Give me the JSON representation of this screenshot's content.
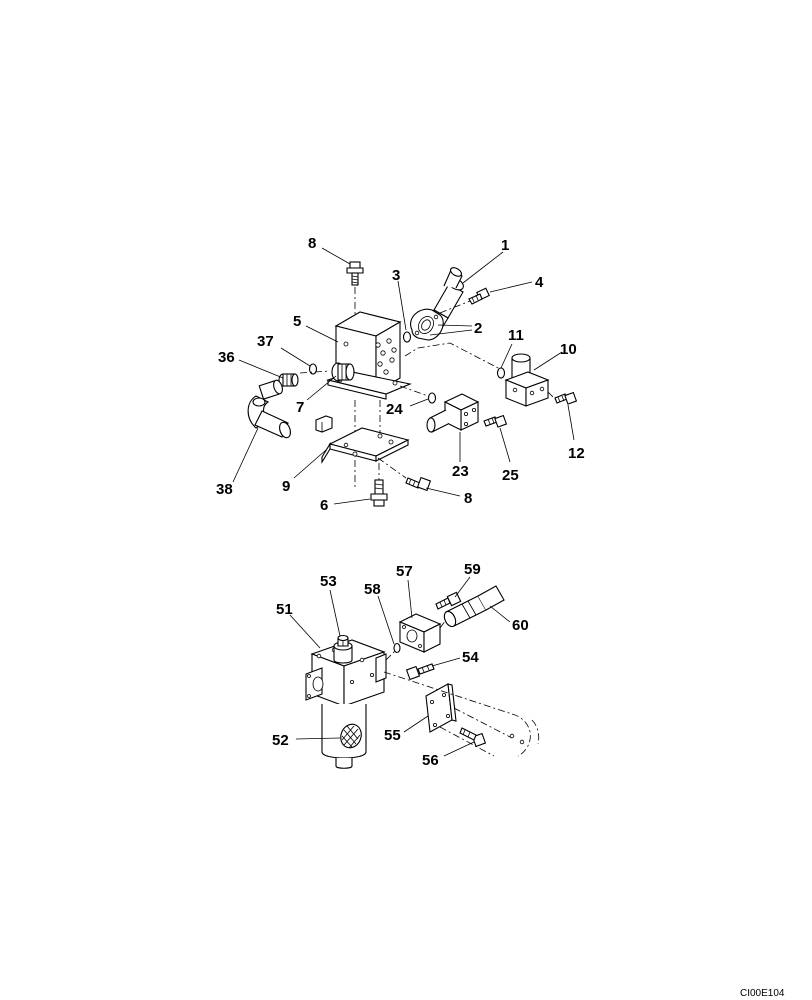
{
  "diagram": {
    "labels": [
      {
        "id": "p1",
        "text": "1"
      },
      {
        "id": "p2",
        "text": "2"
      },
      {
        "id": "p3",
        "text": "3"
      },
      {
        "id": "p4",
        "text": "4"
      },
      {
        "id": "p5",
        "text": "5"
      },
      {
        "id": "p6",
        "text": "6"
      },
      {
        "id": "p7",
        "text": "7"
      },
      {
        "id": "p8a",
        "text": "8"
      },
      {
        "id": "p8b",
        "text": "8"
      },
      {
        "id": "p9",
        "text": "9"
      },
      {
        "id": "p10",
        "text": "10"
      },
      {
        "id": "p11",
        "text": "11"
      },
      {
        "id": "p12",
        "text": "12"
      },
      {
        "id": "p23",
        "text": "23"
      },
      {
        "id": "p24",
        "text": "24"
      },
      {
        "id": "p25",
        "text": "25"
      },
      {
        "id": "p36",
        "text": "36"
      },
      {
        "id": "p37",
        "text": "37"
      },
      {
        "id": "p38",
        "text": "38"
      },
      {
        "id": "p51",
        "text": "51"
      },
      {
        "id": "p52",
        "text": "52"
      },
      {
        "id": "p53",
        "text": "53"
      },
      {
        "id": "p54",
        "text": "54"
      },
      {
        "id": "p55",
        "text": "55"
      },
      {
        "id": "p56",
        "text": "56"
      },
      {
        "id": "p57",
        "text": "57"
      },
      {
        "id": "p58",
        "text": "58"
      },
      {
        "id": "p59",
        "text": "59"
      },
      {
        "id": "p60",
        "text": "60"
      }
    ],
    "drawing_code": "CI00E104"
  }
}
